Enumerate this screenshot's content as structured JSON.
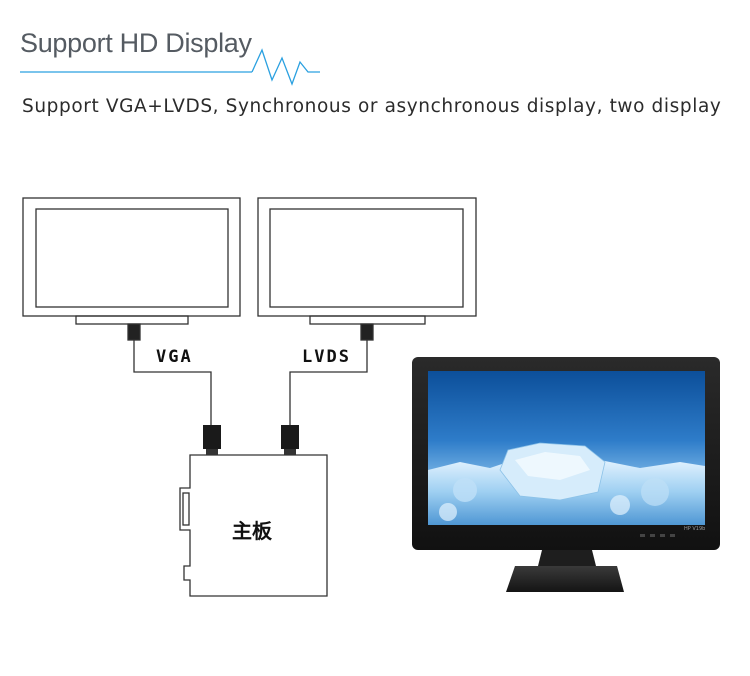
{
  "header": {
    "title": "Support HD Display",
    "subtitle": "Support VGA+LVDS, Synchronous or asynchronous display, two display"
  },
  "diagram": {
    "left_connection_label": "VGA",
    "right_connection_label": "LVDS",
    "board_label": "主板",
    "monitor_brand_text": "HP V19b"
  },
  "colors": {
    "accent_line": "#2aa0e0",
    "outline": "#333333",
    "screen_blue": "#1b5fb0"
  }
}
